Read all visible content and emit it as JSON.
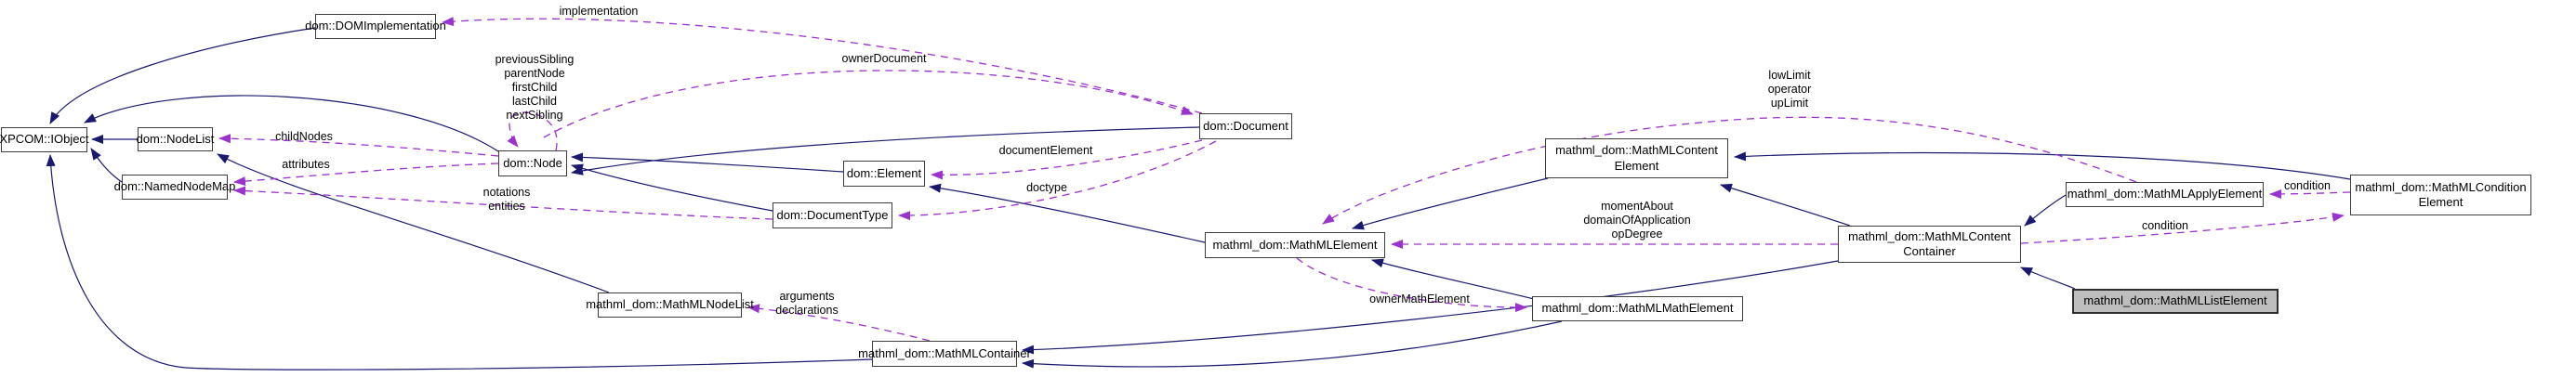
{
  "diagram": {
    "kind": "doxygen-collaboration-graph",
    "highlighted_node": "mathml_dom::MathMLListElement"
  },
  "colors": {
    "inheritance_edge": "#191970",
    "usage_edge": "#9a32cd",
    "node_background": "#ffffff",
    "node_border": "#3d3d3d",
    "highlight_background": "#bebebe"
  },
  "nodes": {
    "domimplementation": {
      "label": "dom::DOMImplementation"
    },
    "xpcom_iobject": {
      "label": "XPCOM::IObject"
    },
    "nodelist": {
      "label": "dom::NodeList"
    },
    "namednodemap": {
      "label": "dom::NamedNodeMap"
    },
    "node": {
      "label": "dom::Node"
    },
    "element": {
      "label": "dom::Element"
    },
    "documenttype": {
      "label": "dom::DocumentType"
    },
    "document": {
      "label": "dom::Document"
    },
    "mathml_nodelist": {
      "label": "mathml_dom::MathMLNodeList"
    },
    "mathml_element": {
      "label": "mathml_dom::MathMLElement"
    },
    "mathml_content_element": {
      "label": "mathml_dom::MathMLContent\nElement"
    },
    "mathml_math_element": {
      "label": "mathml_dom::MathMLMathElement"
    },
    "mathml_container": {
      "label": "mathml_dom::MathMLContainer"
    },
    "mathml_content_container": {
      "label": "mathml_dom::MathMLContent\nContainer"
    },
    "mathml_apply_element": {
      "label": "mathml_dom::MathMLApplyElement"
    },
    "mathml_condition_element": {
      "label": "mathml_dom::MathMLCondition\nElement"
    },
    "mathml_list_element": {
      "label": "mathml_dom::MathMLListElement"
    }
  },
  "edge_labels": {
    "implementation": "implementation",
    "owner_document": "ownerDocument",
    "child_nodes": "childNodes",
    "attributes": "attributes",
    "sibling_stack": "previousSibling\nparentNode\nfirstChild\nlastChild\nnextSibling",
    "notations_entities": "notations\nentities",
    "document_element": "documentElement",
    "doctype": "doctype",
    "arguments_declarations": "arguments\ndeclarations",
    "owner_math_element": "ownerMathElement",
    "moment_stack": "momentAbout\ndomainOfApplication\nopDegree",
    "limit_stack": "lowLimit\noperator\nupLimit",
    "condition_upper": "condition",
    "condition_lower": "condition"
  }
}
